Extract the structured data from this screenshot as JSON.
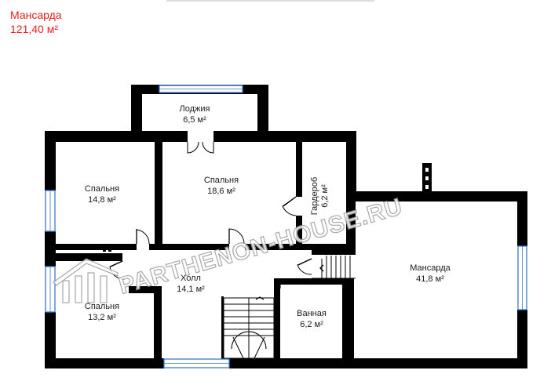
{
  "header": {
    "floor_name": "Мансарда",
    "floor_area": "121,40 м²"
  },
  "rooms": [
    {
      "name": "Лоджия",
      "area": "6,5 м²"
    },
    {
      "name": "Спальня",
      "area": "14,8 м²"
    },
    {
      "name": "Спальня",
      "area": "18,6 м²"
    },
    {
      "name": "Гардероб",
      "area": "6,2 м²"
    },
    {
      "name": "Мансарда",
      "area": "41,8 м²"
    },
    {
      "name": "Холл",
      "area": "14,1 м²"
    },
    {
      "name": "Спальня",
      "area": "13,2 м²"
    },
    {
      "name": "Ванная",
      "area": "6,2 м²"
    }
  ],
  "watermark": "PARTHENON-HOUSE.RU",
  "colors": {
    "title": "#e8211c",
    "wall": "#000000",
    "window": "#3a78d6"
  }
}
